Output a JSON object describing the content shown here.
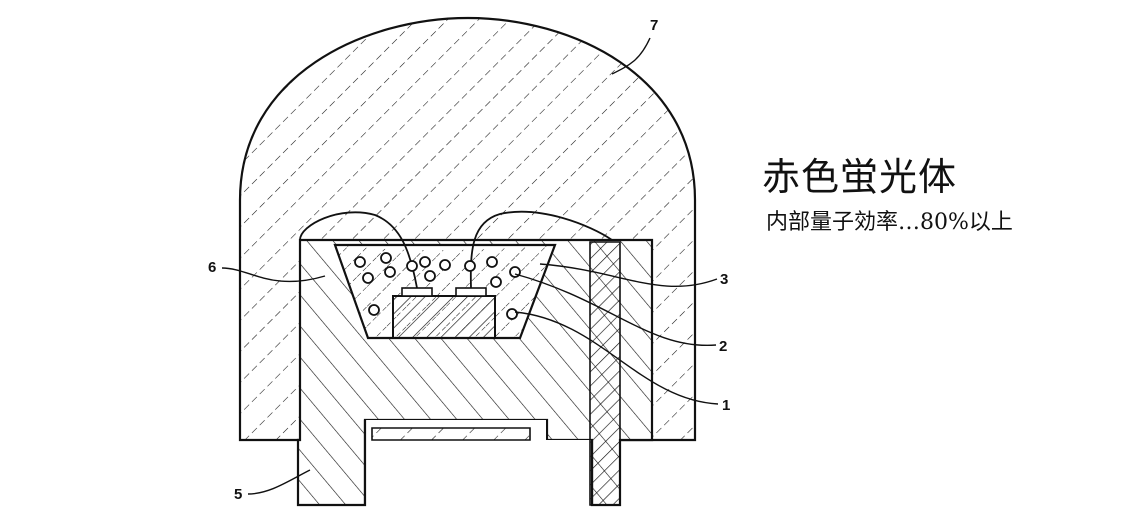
{
  "annotation": {
    "title": "赤色蛍光体",
    "subtitle": "内部量子効率…80%以上"
  },
  "reference_numerals": {
    "encapsulant": "7",
    "reflector": "6",
    "phosphor": "3",
    "wire": "2",
    "led_chip": "1",
    "lead_frame": "5"
  },
  "colors": {
    "line": "#111111",
    "background": "#ffffff"
  }
}
